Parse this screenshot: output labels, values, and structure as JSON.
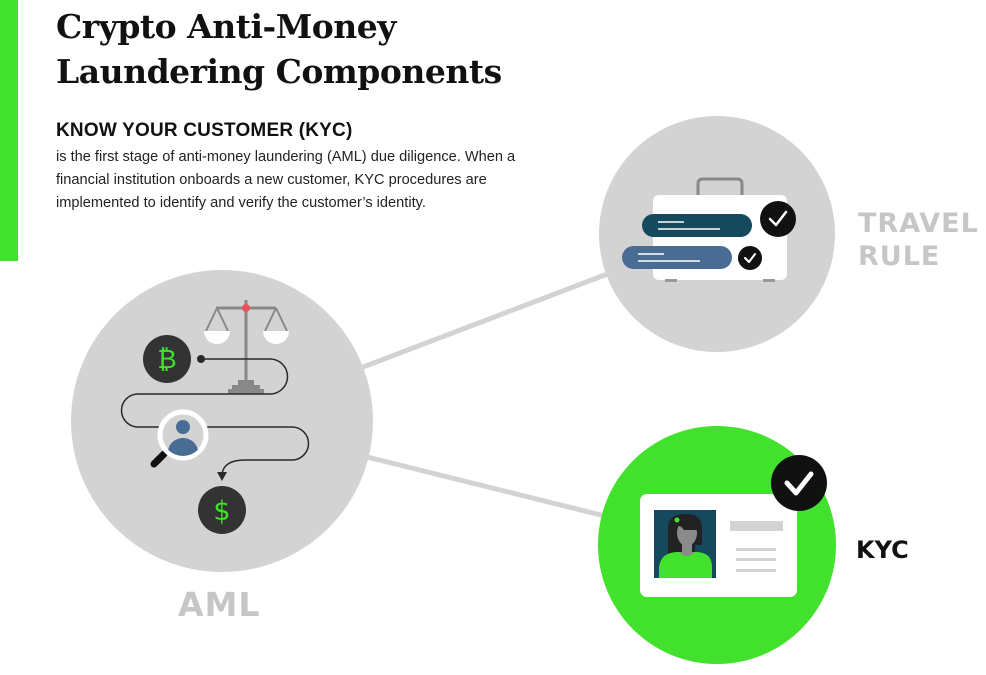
{
  "header": {
    "title_line1": "Crypto Anti-Money",
    "title_line2": "Laundering Components"
  },
  "intro": {
    "heading": "KNOW YOUR CUSTOMER (KYC)",
    "description": "is the first stage of anti-money laundering (AML) due diligence. When a financial institution onboards a new customer, KYC procedures are implemented to identify and verify the customer’s identity."
  },
  "nodes": {
    "aml": {
      "label": "AML",
      "icons": [
        "scale-icon",
        "bitcoin-coin-icon",
        "magnifier-user-icon",
        "dollar-coin-icon",
        "path-arrow"
      ],
      "bitcoin_symbol": "₿",
      "dollar_symbol": "$"
    },
    "travel_rule": {
      "label_line1": "TRAVEL",
      "label_line2": "RULE",
      "icons": [
        "suitcase-icon",
        "check-icon"
      ]
    },
    "kyc": {
      "label": "KYC",
      "icons": [
        "id-card-icon",
        "check-badge-icon"
      ]
    }
  },
  "colors": {
    "accent_green": "#42e12d",
    "circle_gray": "#d3d3d3",
    "label_gray": "#c6c6c6",
    "dark_teal": "#154a5e",
    "steel_blue": "#496c94",
    "coin_dark": "#333333",
    "red_dot": "#f0505a"
  }
}
